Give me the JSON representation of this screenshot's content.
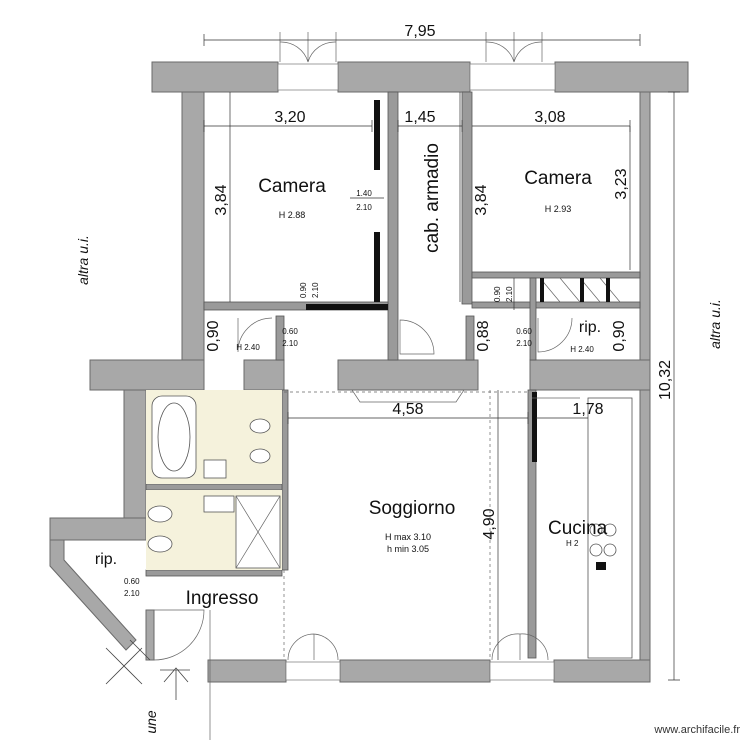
{
  "dimensions": {
    "total_width": "7,95",
    "camera1_width": "3,20",
    "armadio_width": "1,45",
    "camera2_width": "3,08",
    "camera1_depth": "3,84",
    "armadio_depth": "3,84",
    "camera2_depth": "3,23",
    "total_depth": "10,32",
    "soggiorno_width": "4,58",
    "cucina_width": "1,78",
    "soggiorno_depth": "4,90",
    "rip1_depth": "0,90",
    "rip_mid_depth": "0,88",
    "rip2_depth": "0,90"
  },
  "rooms": {
    "camera1": {
      "name": "Camera",
      "height": "H 2.88"
    },
    "camera2": {
      "name": "Camera",
      "height": "H 2.93"
    },
    "armadio": {
      "name": "cab. armadio"
    },
    "rip_left": {
      "height": "H 2.40"
    },
    "rip_right": {
      "name": "rip.",
      "height": "H 2.40"
    },
    "soggiorno": {
      "name": "Soggiorno",
      "height_max": "H max 3.10",
      "height_min": "h min 3.05"
    },
    "cucina": {
      "name": "Cucina",
      "height": "H 2"
    },
    "ingresso": {
      "name": "Ingresso"
    },
    "rip_entry": {
      "name": "rip."
    }
  },
  "doors": {
    "d1_w": "1.40",
    "d1_h": "2.10",
    "d2_w": "0.90",
    "d2_h": "2.10",
    "d3_w": "0.60",
    "d3_h": "2.10",
    "d4_w": "0.90",
    "d4_h": "2.10",
    "d5_w": "0.60",
    "d5_h": "2.10",
    "d6_w": "0.60",
    "d6_h": "2.10"
  },
  "notes": {
    "altra_left": "altra u.i.",
    "altra_right": "altra u.i.",
    "bottom": "une"
  },
  "credit": "www.archifacile.fr"
}
